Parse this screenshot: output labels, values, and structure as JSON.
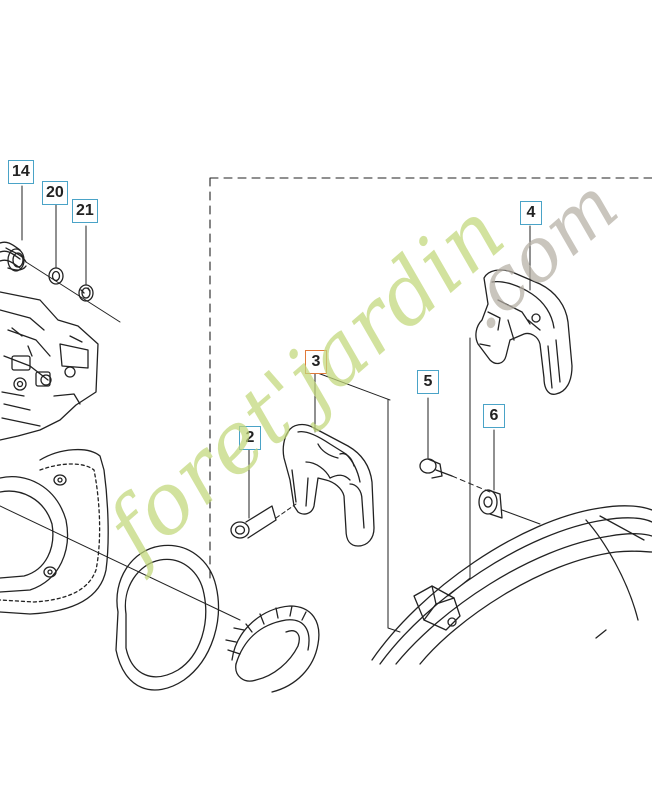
{
  "diagram": {
    "callouts": [
      {
        "id": "c14",
        "label": "14",
        "highlight": false
      },
      {
        "id": "c20",
        "label": "20",
        "highlight": false
      },
      {
        "id": "c21",
        "label": "21",
        "highlight": false
      },
      {
        "id": "c4",
        "label": "4",
        "highlight": false
      },
      {
        "id": "c3",
        "label": "3",
        "highlight": true
      },
      {
        "id": "c5",
        "label": "5",
        "highlight": false
      },
      {
        "id": "c2",
        "label": "2",
        "highlight": false
      },
      {
        "id": "c6",
        "label": "6",
        "highlight": false
      }
    ]
  },
  "watermark": {
    "main": "foret'jardin",
    "tld": ".com",
    "colors": {
      "main": "#c2d87a",
      "tld": "#b5afa5"
    }
  },
  "colors": {
    "callout_border": "#4aa3c7",
    "callout_highlight": "#e07a3a",
    "line": "#222222"
  }
}
